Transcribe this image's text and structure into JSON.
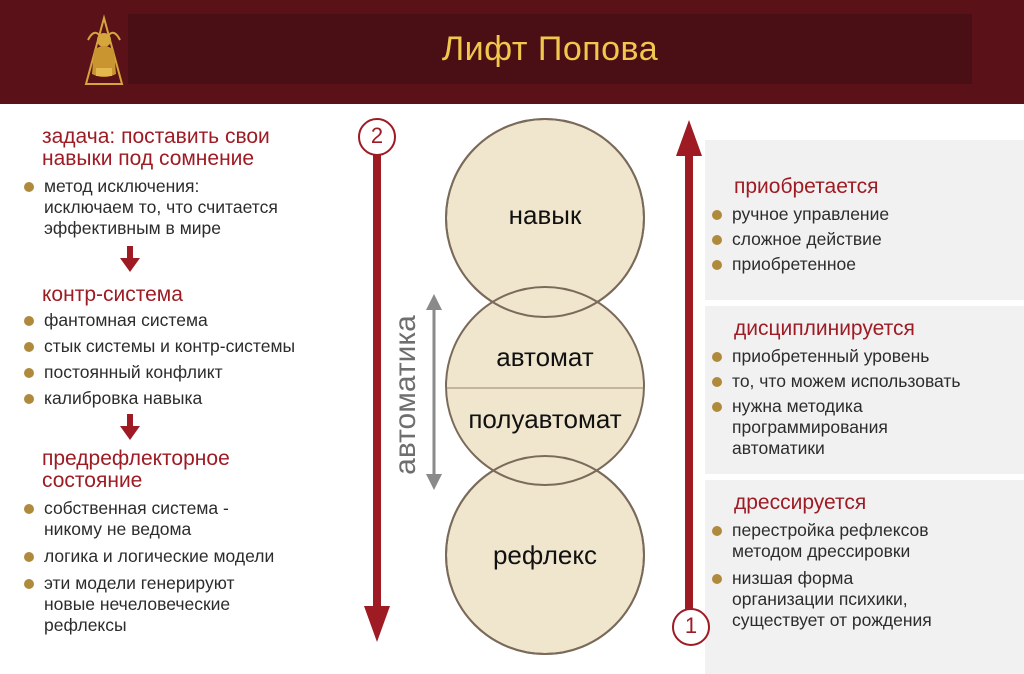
{
  "header": {
    "title": "Лифт Попова",
    "colors": {
      "background": "#5a1218",
      "band": "#4a0f14",
      "title": "#f2c74e"
    },
    "logo_icon": "golden-monk-emblem-icon"
  },
  "left": {
    "sections": [
      {
        "heading_lines": [
          "задача: поставить свои",
          "навыки под сомнение"
        ],
        "bullets": [
          {
            "lines": [
              "метод исключения:",
              "исключаем то, что считается",
              "эффективным в мире"
            ]
          }
        ]
      },
      {
        "heading_lines": [
          "контр-система"
        ],
        "bullets": [
          {
            "lines": [
              "фантомная система"
            ]
          },
          {
            "lines": [
              "стык системы и контр-системы"
            ]
          },
          {
            "lines": [
              "постоянный конфликт"
            ]
          },
          {
            "lines": [
              "калибровка навыка"
            ]
          }
        ]
      },
      {
        "heading_lines": [
          "предрефлекторное",
          "состояние"
        ],
        "bullets": [
          {
            "lines": [
              "собственная система -",
              "никому не ведома"
            ]
          },
          {
            "lines": [
              "логика и логические модели"
            ]
          },
          {
            "lines": [
              "эти модели генерируют",
              "новые нечеловеческие",
              "рефлексы"
            ]
          }
        ]
      }
    ]
  },
  "center": {
    "down_number": "2",
    "up_number": "1",
    "side_label": "автоматика",
    "circles": {
      "top": "навык",
      "middle_upper": "автомат",
      "middle_lower": "полуавтомат",
      "bottom": "рефлекс"
    },
    "colors": {
      "circle_fill": "#f0e6ce",
      "circle_stroke": "#7a6a5a",
      "arrow": "#9e1b24"
    }
  },
  "right": {
    "sections": [
      {
        "heading": "приобретается",
        "bullets": [
          {
            "lines": [
              "ручное управление"
            ]
          },
          {
            "lines": [
              "сложное действие"
            ]
          },
          {
            "lines": [
              "приобретенное"
            ]
          }
        ]
      },
      {
        "heading": "дисциплинируется",
        "bullets": [
          {
            "lines": [
              "приобретенный уровень"
            ]
          },
          {
            "lines": [
              "то, что можем использовать"
            ]
          },
          {
            "lines": [
              "нужна методика",
              "программирования",
              "автоматики"
            ]
          }
        ]
      },
      {
        "heading": "дрессируется",
        "bullets": [
          {
            "lines": [
              "перестройка рефлексов",
              "методом дрессировки"
            ]
          },
          {
            "lines": [
              "низшая форма",
              "организации психики,",
              "существует от рождения"
            ]
          }
        ]
      }
    ]
  }
}
